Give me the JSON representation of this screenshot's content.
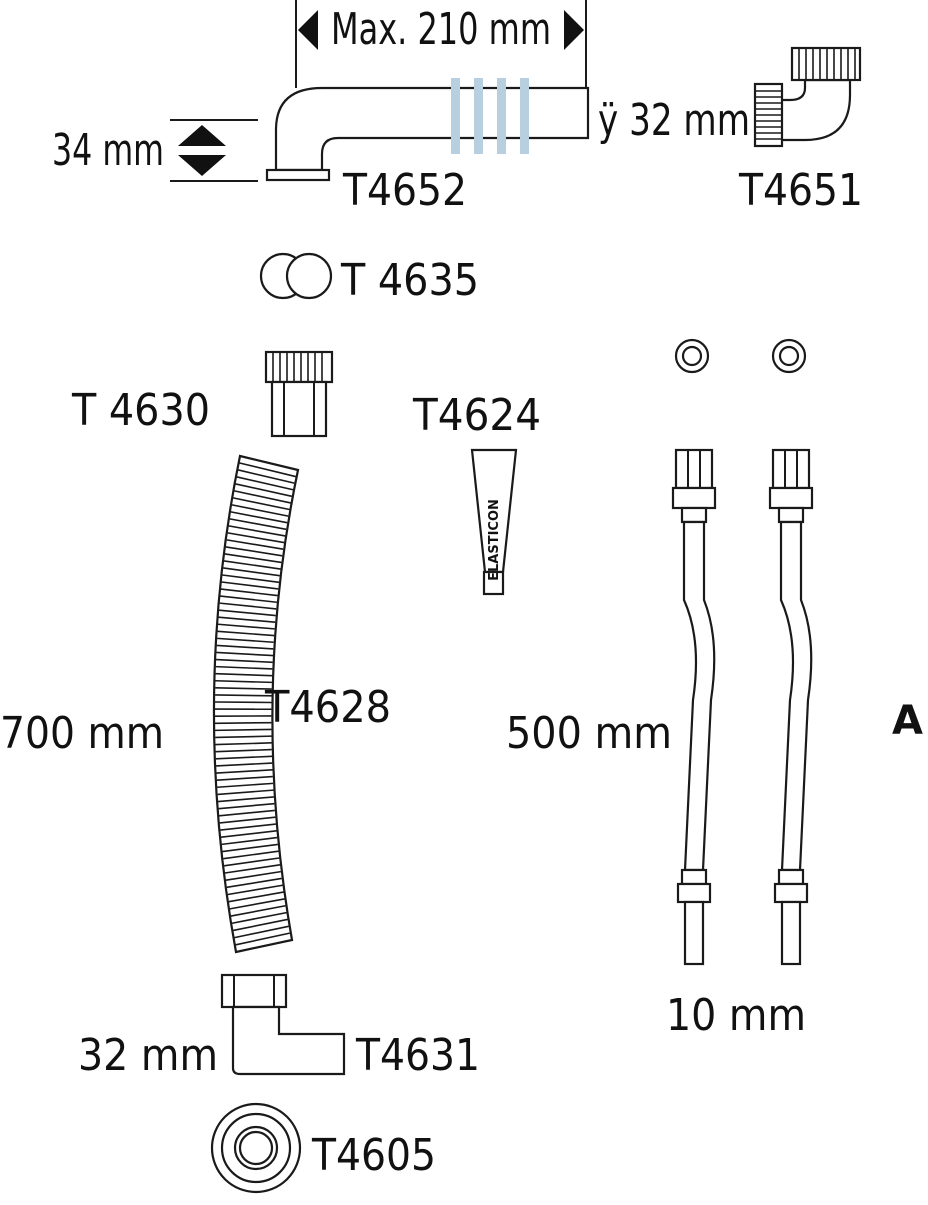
{
  "labels": {
    "max_width": "Max. 210 mm",
    "height_34": "34 mm",
    "dia_32_top": "ÿ 32 mm",
    "t4652": "T4652",
    "t4651": "T4651",
    "t4635": "T 4635",
    "t4630": "T 4630",
    "t4624": "T4624",
    "tube_text": "ELASTICON",
    "t4628": "T4628",
    "len_700": "700 mm",
    "len_500": "500 mm",
    "marker": "A",
    "dia_10": "10 mm",
    "dia_32_bottom": "32 mm",
    "t4631": "T4631",
    "t4605": "T4605"
  },
  "colors": {
    "stroke": "#1a1a1a",
    "band": "#b8cfe0",
    "background": "#ffffff"
  }
}
